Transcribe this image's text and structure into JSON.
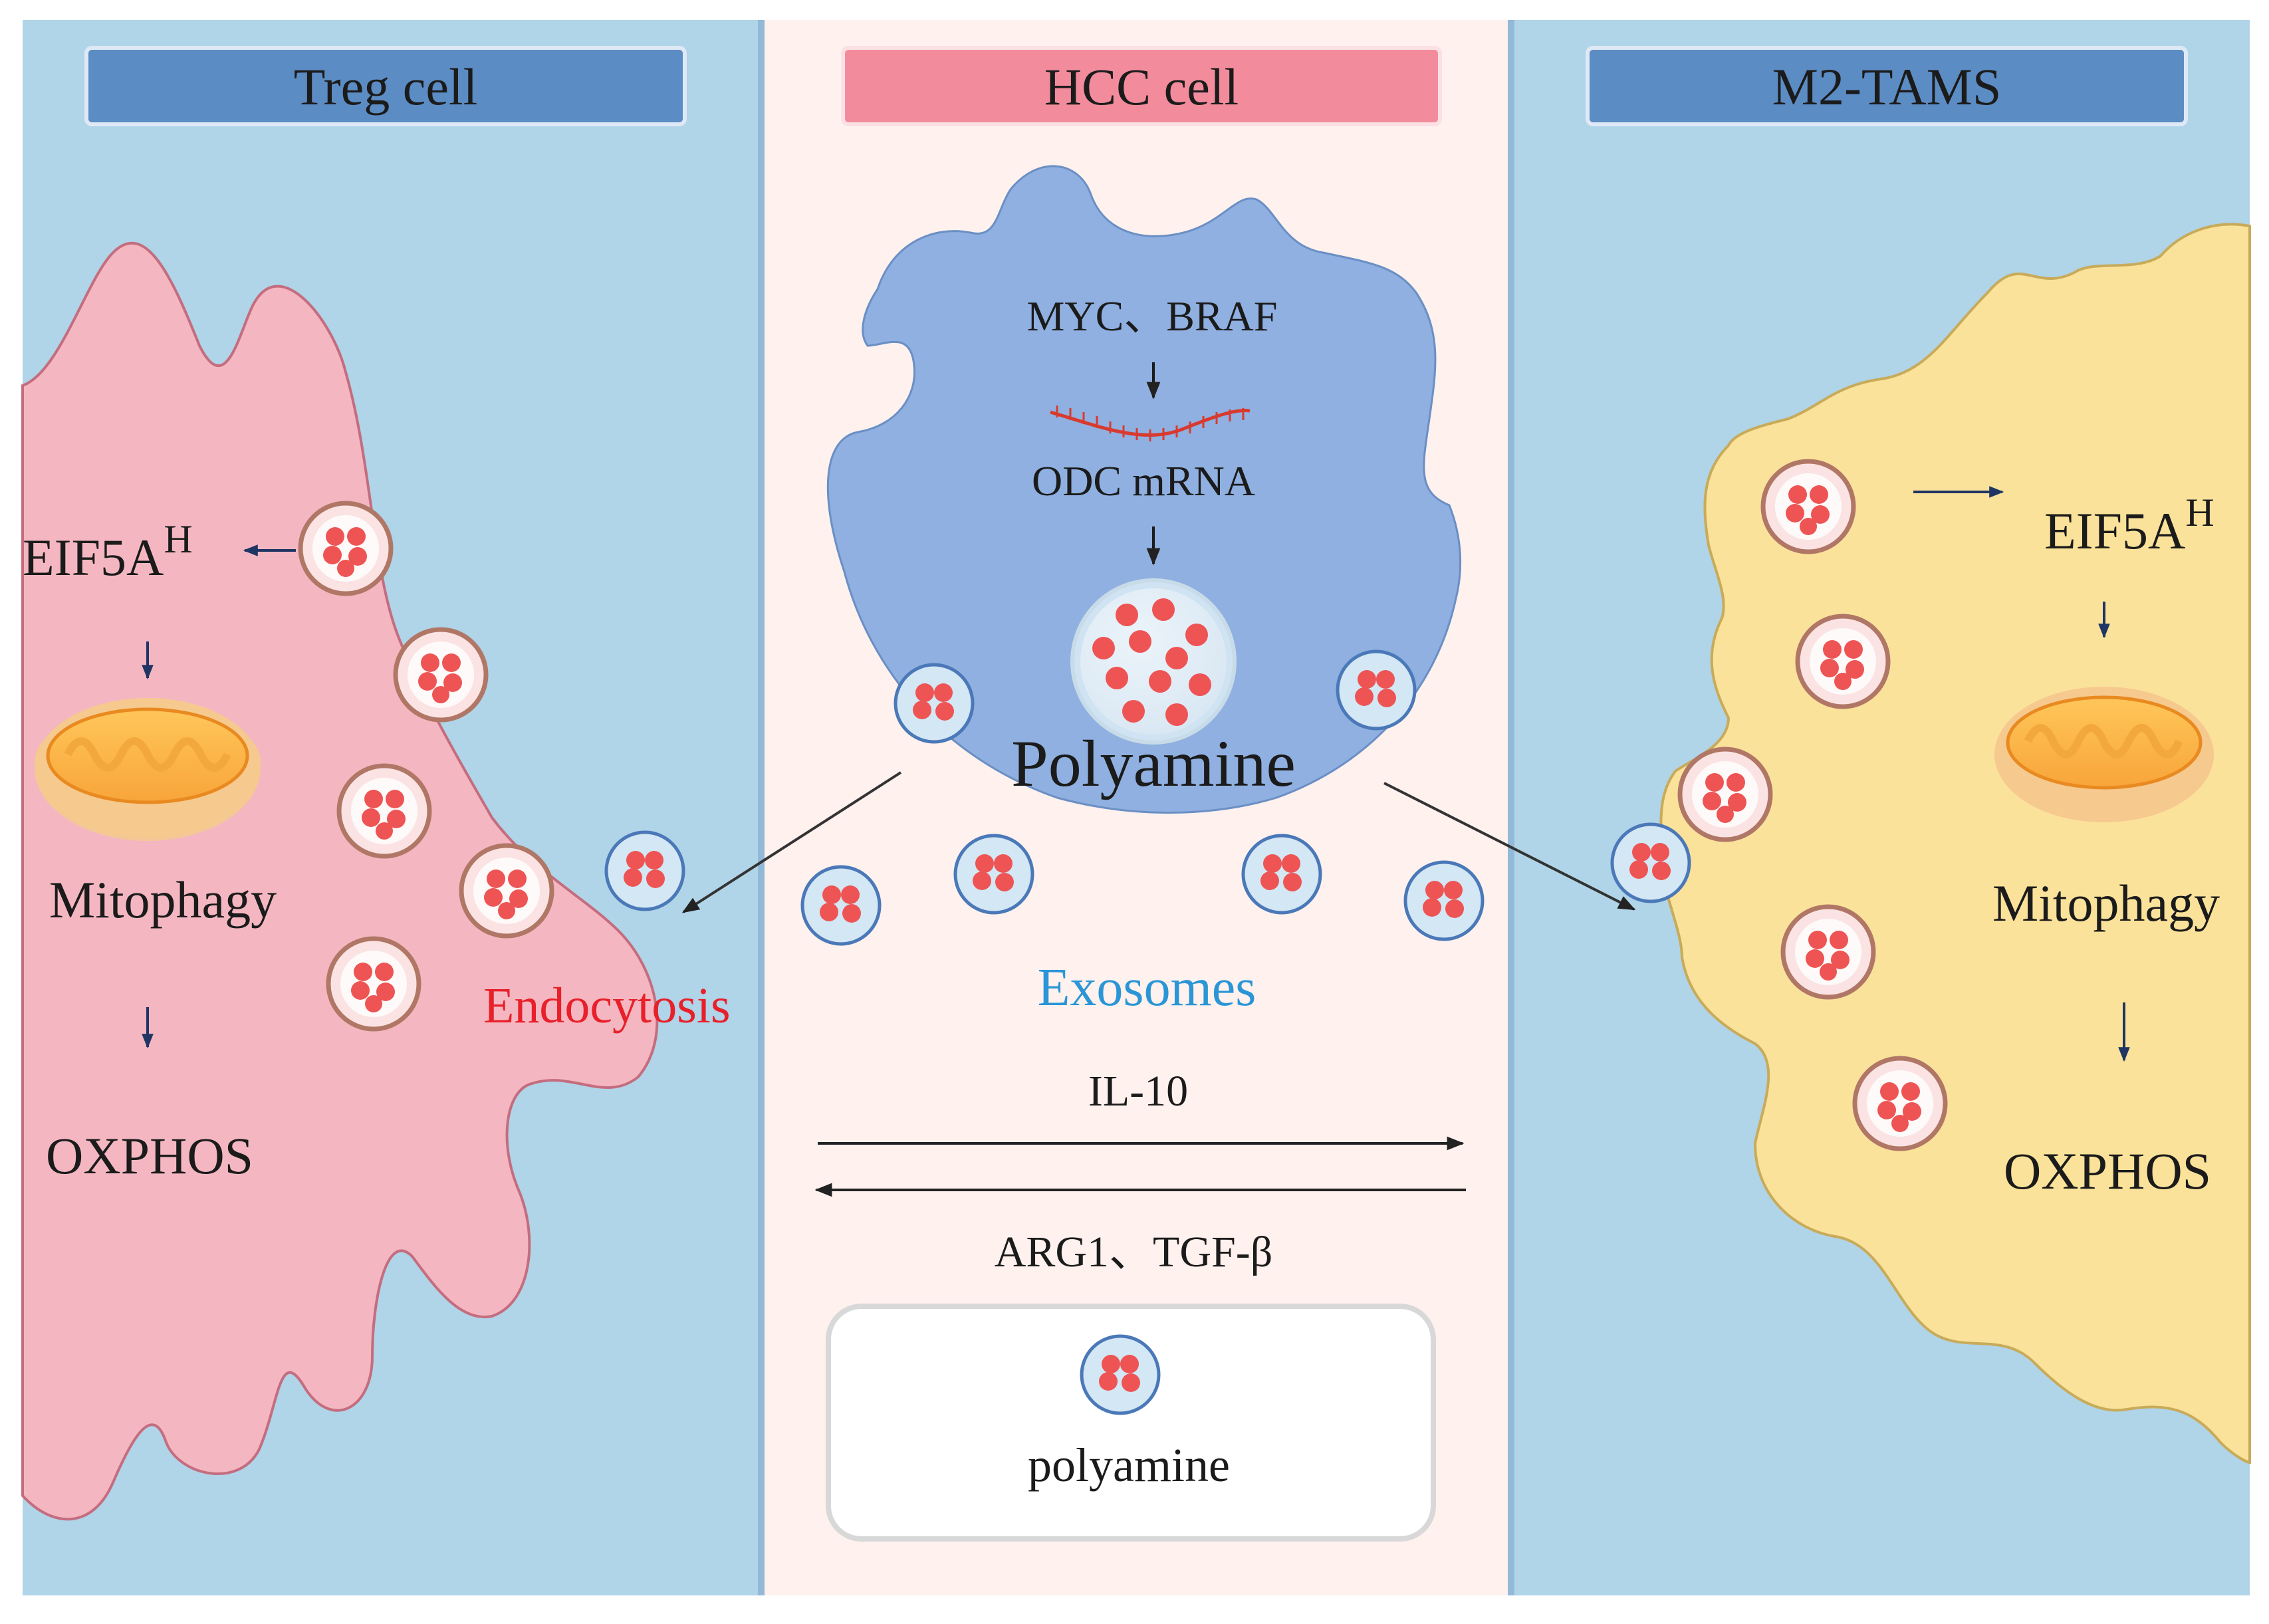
{
  "panels": {
    "left": {
      "title": "Treg cell"
    },
    "center": {
      "title": "HCC cell"
    },
    "right": {
      "title": "M2-TAMS"
    }
  },
  "treg": {
    "eif5a": "EIF5A",
    "eif5a_sup": "H",
    "mitophagy": "Mitophagy",
    "oxphos": "OXPHOS",
    "endocytosis": "Endocytosis"
  },
  "hcc": {
    "myc_braf": "MYC、BRAF",
    "odc_mrna": "ODC mRNA",
    "polyamine": "Polyamine",
    "exosomes": "Exosomes",
    "il10": "IL-10",
    "arg1_tgfb": "ARG1、TGF-β"
  },
  "tam": {
    "eif5a": "EIF5A",
    "eif5a_sup": "H",
    "mitophagy": "Mitophagy",
    "oxphos": "OXPHOS"
  },
  "legend": {
    "label": "polyamine"
  },
  "colors": {
    "panel_blue": "#b0d4e8",
    "panel_pink": "#fff1ee",
    "title_blue": "#5c8cc4",
    "title_pink": "#f28c9c",
    "treg_cell": "#f4b7c1",
    "hcc_cell": "#8fb0e0",
    "tam_cell": "#fbe29a",
    "endocytosis_text": "#e8202a",
    "exosomes_text": "#2b96d6"
  }
}
